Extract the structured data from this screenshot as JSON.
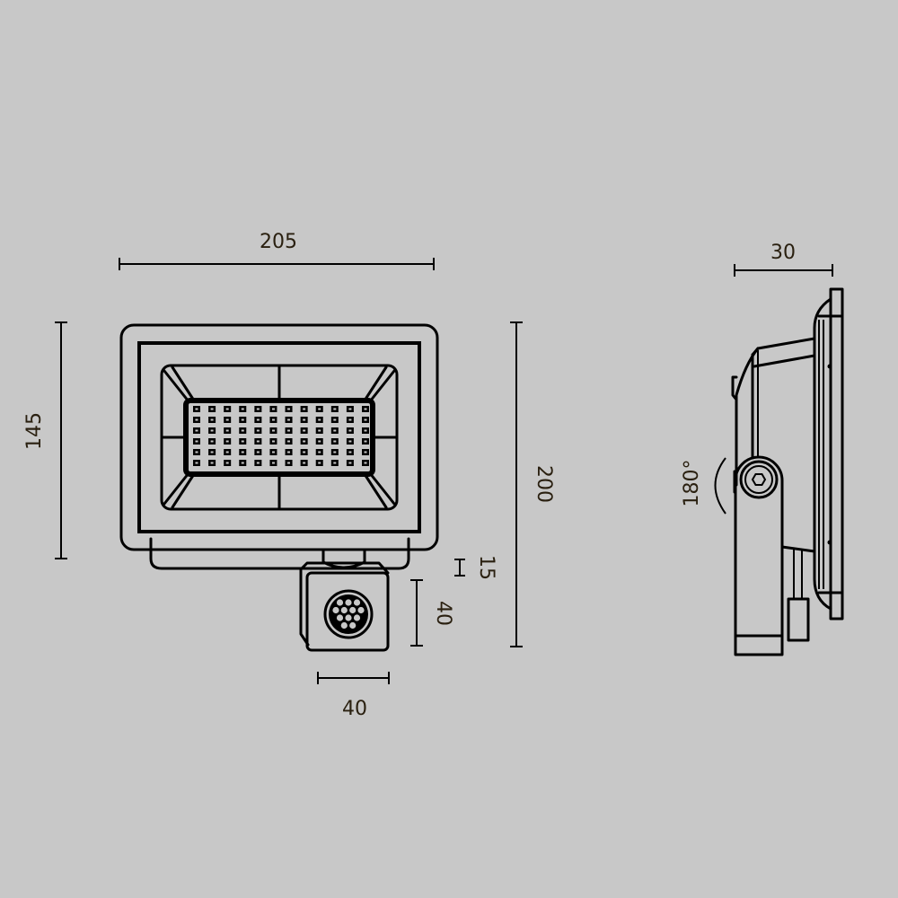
{
  "dimensions": {
    "front_width": "205",
    "front_height": "145",
    "total_height": "200",
    "sensor_gap": "15",
    "sensor_height": "40",
    "sensor_width": "40",
    "side_depth": "30",
    "rotation_angle": "180°"
  },
  "led_grid": {
    "columns": 12,
    "rows": 6
  },
  "colors": {
    "background": "#c8c8c8",
    "line": "#000000",
    "label": "#2a2010"
  }
}
